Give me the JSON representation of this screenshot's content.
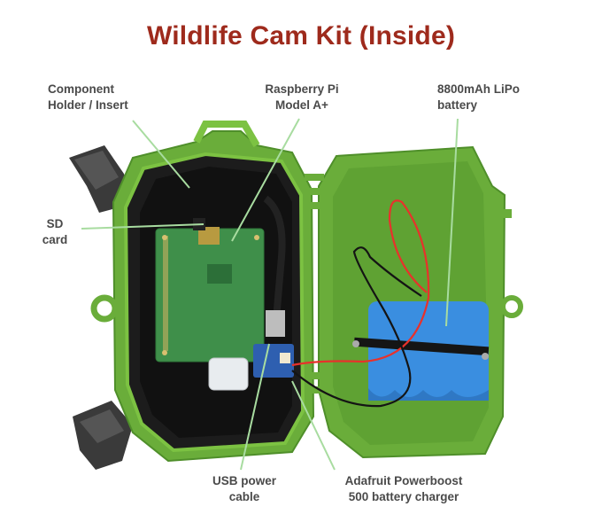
{
  "title": "Wildlife Cam Kit (Inside)",
  "labels": {
    "component_holder": [
      "Component",
      "Holder / Insert"
    ],
    "raspberry_pi": [
      "Raspberry Pi",
      "Model A+"
    ],
    "battery": [
      "8800mAh LiPo",
      "battery"
    ],
    "sd_card": [
      "SD",
      "card"
    ],
    "usb_cable": [
      "USB power",
      "cable"
    ],
    "powerboost": [
      "Adafruit Powerboost",
      "500 battery charger"
    ]
  },
  "colors": {
    "title": "#9e2a1c",
    "label_text": "#4a4a4a",
    "leader_line": "#a8dca0",
    "case_green": "#6aad3a",
    "case_bright": "#7cc242",
    "insert_black": "#1c1c1c",
    "pcb_green": "#3f8f4a",
    "battery_blue": "#3a8ee0",
    "wire_red": "#e8312b",
    "wire_black": "#141414"
  }
}
